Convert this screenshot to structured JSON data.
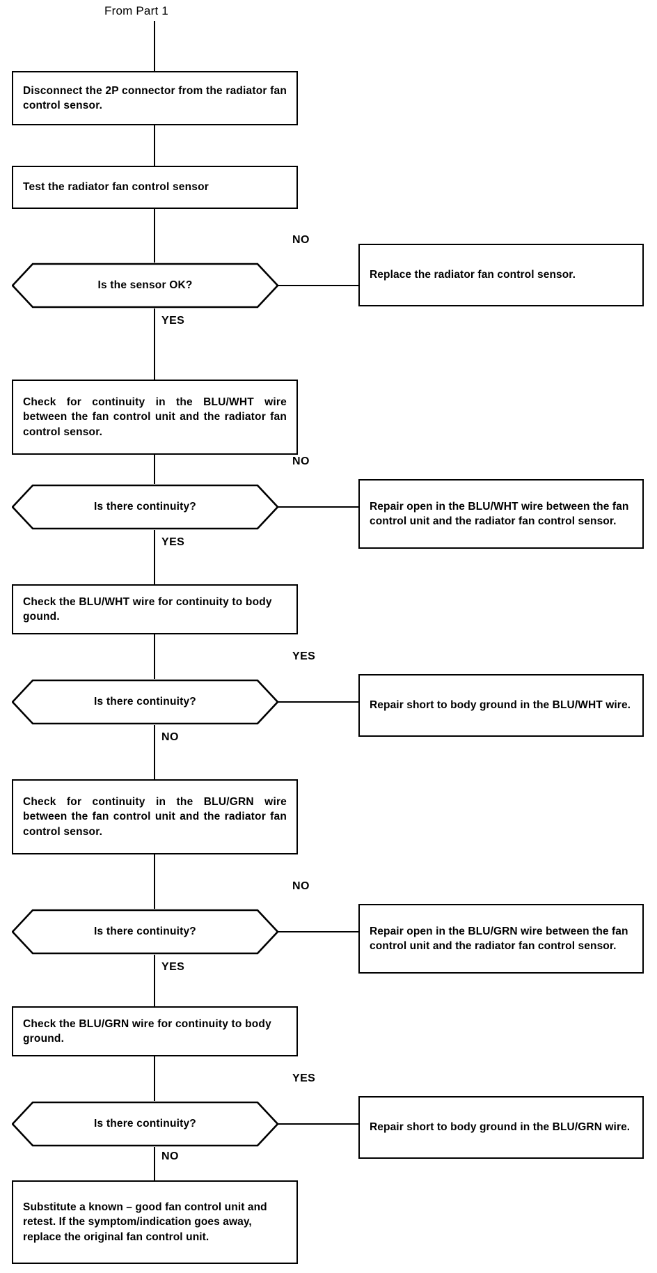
{
  "diagram": {
    "title_caption": "From Part 1",
    "type": "troubleshooting-flowchart",
    "ink_color": "#000000",
    "background_color": "#ffffff"
  },
  "nodes": {
    "entry_caption": "From Part 1",
    "step_1": "Disconnect the 2P connector from the radiator fan control sensor.",
    "step_2": "Test the radiator fan control sensor",
    "decision_1": "Is the sensor OK?",
    "action_1": "Replace the radiator fan control sensor.",
    "step_3": "Check for continuity in the BLU/WHT wire between the fan control unit and the radiator fan control sensor.",
    "decision_2": "Is there continuity?",
    "action_2": "Repair open in the BLU/WHT wire between the fan control unit and the radiator fan control sensor.",
    "step_4": "Check the BLU/WHT wire for continuity to body gound.",
    "decision_3": "Is there continuity?",
    "action_3": "Repair short to body ground in the BLU/WHT wire.",
    "step_5": "Check for continuity in the BLU/GRN wire between the fan control unit and the radiator fan control sensor.",
    "decision_4": "Is there continuity?",
    "action_4": "Repair open in the BLU/GRN wire between the fan control unit and the radiator fan control sensor.",
    "step_6": "Check the BLU/GRN wire for continuity to body ground.",
    "decision_5": "Is there continuity?",
    "action_5": "Repair short to body ground in the BLU/GRN wire.",
    "step_7": "Substitute a known – good fan control unit and retest. If the symptom/indication goes away, replace the original fan control unit."
  },
  "branch_labels": {
    "d1_no": "NO",
    "d1_yes": "YES",
    "d2_no": "NO",
    "d2_yes": "YES",
    "d3_yes": "YES",
    "d3_no": "NO",
    "d4_no": "NO",
    "d4_yes": "YES",
    "d5_yes": "YES",
    "d5_no": "NO"
  }
}
